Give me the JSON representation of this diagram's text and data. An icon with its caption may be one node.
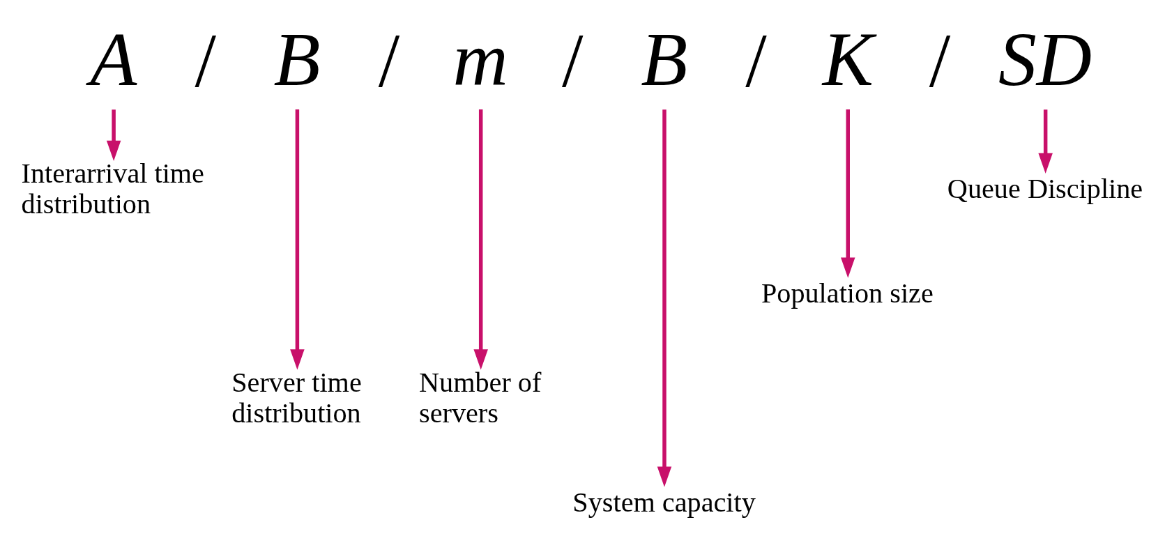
{
  "diagram": {
    "nodes": [
      {
        "text": [
          "A"
        ]
      },
      {
        "text": [
          "B"
        ]
      },
      {
        "text": [
          "m"
        ]
      },
      {
        "text": [
          "B"
        ]
      },
      {
        "text": [
          "K"
        ]
      },
      {
        "text": [
          "SD"
        ]
      },
      {
        "text": [
          "Interarrival time distribution"
        ]
      },
      {
        "text": [
          "Server time distribution"
        ]
      },
      {
        "text": [
          "Number of servers"
        ]
      },
      {
        "text": [
          "System capacity"
        ]
      },
      {
        "text": [
          "Population size"
        ]
      },
      {
        "text": [
          "Queue Discipline"
        ]
      }
    ],
    "edges": [
      {
        "from": 0,
        "to": 6,
        "arrow": "to"
      },
      {
        "from": 1,
        "to": 7,
        "arrow": "to"
      },
      {
        "from": 2,
        "to": 8,
        "arrow": "to"
      },
      {
        "from": 3,
        "to": 9,
        "arrow": "to"
      },
      {
        "from": 4,
        "to": 10,
        "arrow": "to"
      },
      {
        "from": 5,
        "to": 11,
        "arrow": "to"
      }
    ],
    "labels": [
      "/",
      "/",
      "/",
      "/",
      "/"
    ]
  }
}
